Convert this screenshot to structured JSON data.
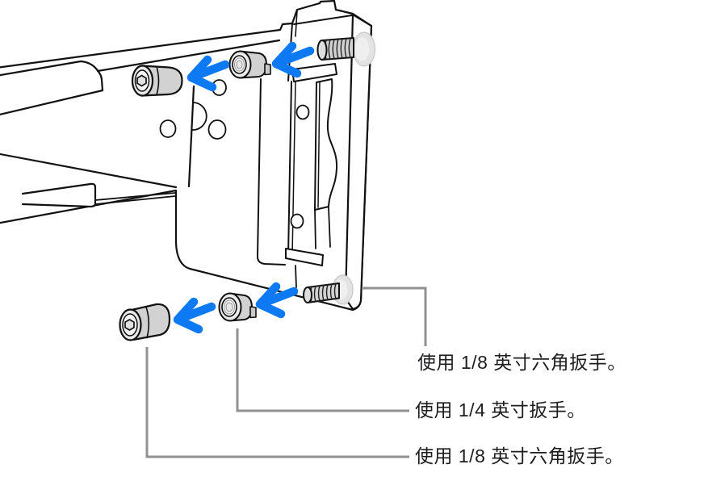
{
  "callouts": [
    {
      "label": "使用 1/8 英寸六角扳手。"
    },
    {
      "label": "使用 1/4 英寸扳手。"
    },
    {
      "label": "使用 1/8 英寸六角扳手。"
    }
  ],
  "colors": {
    "arrow_blue": "#0d79f2",
    "callout_gray": "#919191",
    "outline_black": "#111111",
    "hardware_gray": "#d2d2d2",
    "flange_gray": "#e3e3e3",
    "label_text": "#1d1d1f",
    "background": "#ffffff"
  }
}
